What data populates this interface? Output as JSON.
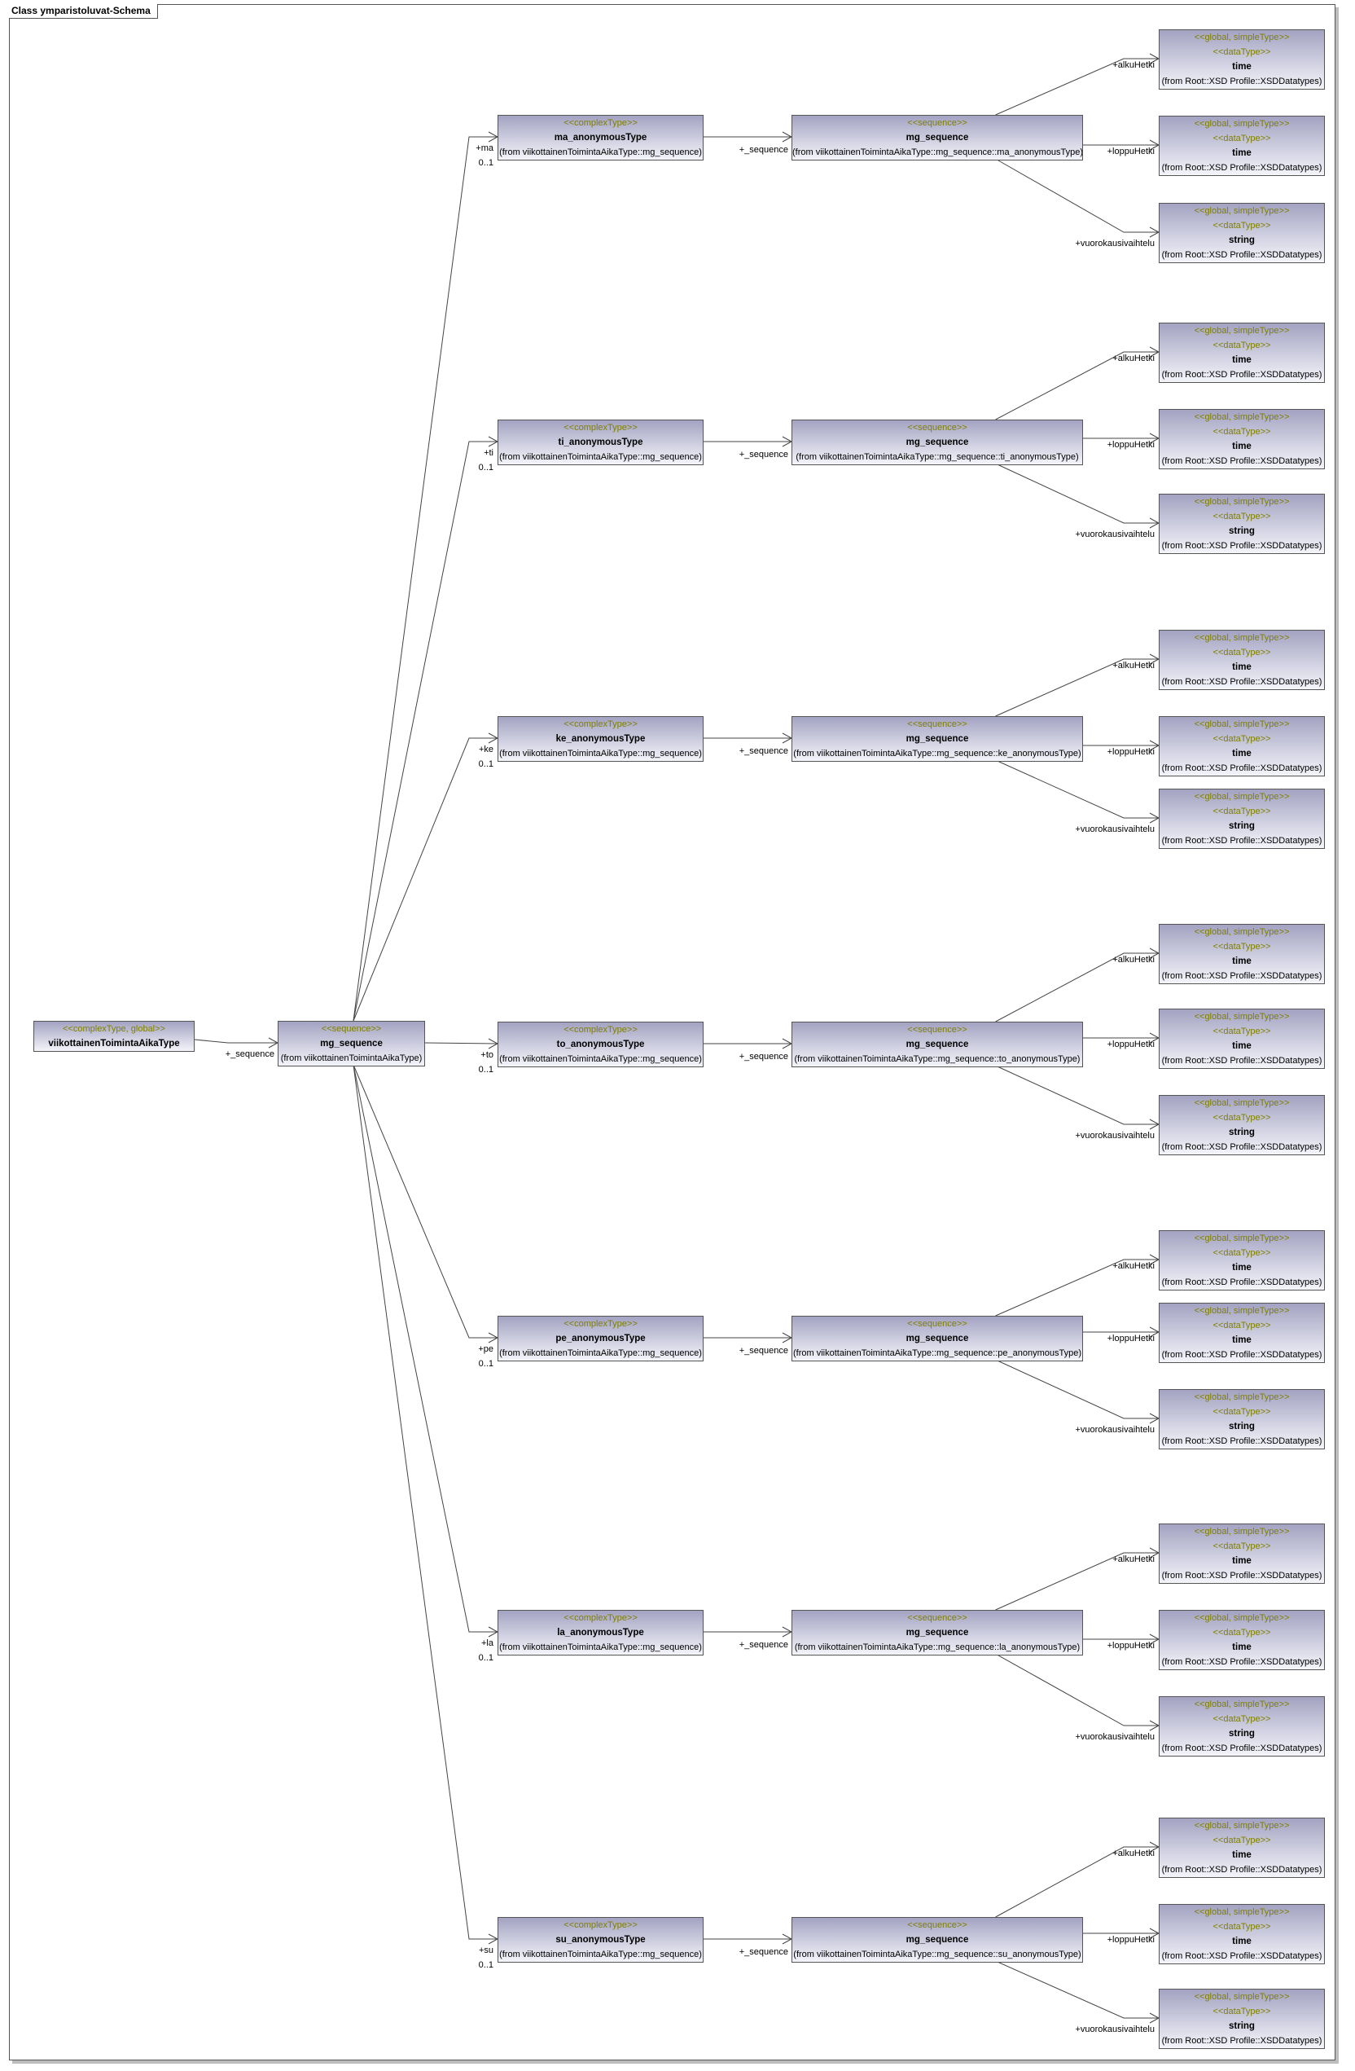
{
  "frame": {
    "title": "Class ymparistoluvat-Schema"
  },
  "root": {
    "stereotype": "<<complexType, global>>",
    "name": "viikottainenToimintaAikaType"
  },
  "root_link": {
    "role": "+_sequence"
  },
  "main_sequence": {
    "stereotype": "<<sequence>>",
    "name": "mg_sequence",
    "from": "(from viikottainenToimintaAikaType)"
  },
  "groups": [
    {
      "role": "+ma",
      "mult": "0..1",
      "type": {
        "stereotype": "<<complexType>>",
        "name": "ma_anonymousType",
        "from": "(from viikottainenToimintaAikaType::mg_sequence)"
      },
      "seq_role": "+_sequence",
      "seq": {
        "stereotype": "<<sequence>>",
        "name": "mg_sequence",
        "from": "(from viikottainenToimintaAikaType::mg_sequence::ma_anonymousType)"
      }
    },
    {
      "role": "+ti",
      "mult": "0..1",
      "type": {
        "stereotype": "<<complexType>>",
        "name": "ti_anonymousType",
        "from": "(from viikottainenToimintaAikaType::mg_sequence)"
      },
      "seq_role": "+_sequence",
      "seq": {
        "stereotype": "<<sequence>>",
        "name": "mg_sequence",
        "from": "(from viikottainenToimintaAikaType::mg_sequence::ti_anonymousType)"
      }
    },
    {
      "role": "+ke",
      "mult": "0..1",
      "type": {
        "stereotype": "<<complexType>>",
        "name": "ke_anonymousType",
        "from": "(from viikottainenToimintaAikaType::mg_sequence)"
      },
      "seq_role": "+_sequence",
      "seq": {
        "stereotype": "<<sequence>>",
        "name": "mg_sequence",
        "from": "(from viikottainenToimintaAikaType::mg_sequence::ke_anonymousType)"
      }
    },
    {
      "role": "+to",
      "mult": "0..1",
      "type": {
        "stereotype": "<<complexType>>",
        "name": "to_anonymousType",
        "from": "(from viikottainenToimintaAikaType::mg_sequence)"
      },
      "seq_role": "+_sequence",
      "seq": {
        "stereotype": "<<sequence>>",
        "name": "mg_sequence",
        "from": "(from viikottainenToimintaAikaType::mg_sequence::to_anonymousType)"
      }
    },
    {
      "role": "+pe",
      "mult": "0..1",
      "type": {
        "stereotype": "<<complexType>>",
        "name": "pe_anonymousType",
        "from": "(from viikottainenToimintaAikaType::mg_sequence)"
      },
      "seq_role": "+_sequence",
      "seq": {
        "stereotype": "<<sequence>>",
        "name": "mg_sequence",
        "from": "(from viikottainenToimintaAikaType::mg_sequence::pe_anonymousType)"
      }
    },
    {
      "role": "+la",
      "mult": "0..1",
      "type": {
        "stereotype": "<<complexType>>",
        "name": "la_anonymousType",
        "from": "(from viikottainenToimintaAikaType::mg_sequence)"
      },
      "seq_role": "+_sequence",
      "seq": {
        "stereotype": "<<sequence>>",
        "name": "mg_sequence",
        "from": "(from viikottainenToimintaAikaType::mg_sequence::la_anonymousType)"
      }
    },
    {
      "role": "+su",
      "mult": "0..1",
      "type": {
        "stereotype": "<<complexType>>",
        "name": "su_anonymousType",
        "from": "(from viikottainenToimintaAikaType::mg_sequence)"
      },
      "seq_role": "+_sequence",
      "seq": {
        "stereotype": "<<sequence>>",
        "name": "mg_sequence",
        "from": "(from viikottainenToimintaAikaType::mg_sequence::su_anonymousType)"
      }
    }
  ],
  "attributes": [
    {
      "role": "+alkuHetki",
      "stereotype1": "<<global, simpleType>>",
      "stereotype2": "<<dataType>>",
      "name": "time",
      "from": "(from Root::XSD Profile::XSDDatatypes)"
    },
    {
      "role": "+loppuHetki",
      "stereotype1": "<<global, simpleType>>",
      "stereotype2": "<<dataType>>",
      "name": "time",
      "from": "(from Root::XSD Profile::XSDDatatypes)"
    },
    {
      "role": "+vuorokausivaihtelu",
      "stereotype1": "<<global, simpleType>>",
      "stereotype2": "<<dataType>>",
      "name": "string",
      "from": "(from Root::XSD Profile::XSDDatatypes)"
    }
  ]
}
